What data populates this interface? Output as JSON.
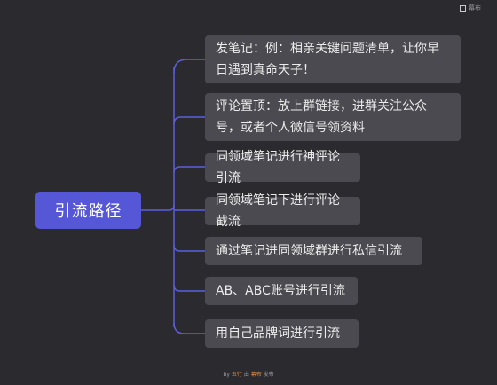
{
  "toolbar": {
    "icon": "expand-icon",
    "label": "幕布"
  },
  "mindmap": {
    "root": "引流路径",
    "branches": [
      {
        "text": "发笔记：例：相亲关键问题清单，让你早日遇到真命天子！"
      },
      {
        "text": "评论置顶：放上群链接，进群关注公众号，或者个人微信号领资料"
      },
      {
        "text": "同领域笔记进行神评论引流"
      },
      {
        "text": "同领域笔记下进行评论截流"
      },
      {
        "text": "通过笔记进同领域群进行私信引流"
      },
      {
        "text": "AB、ABC账号进行引流"
      },
      {
        "text": "用自己品牌词进行引流"
      }
    ],
    "line_color": "#5b5fdb"
  },
  "footer": {
    "prefix": "By ",
    "author": "五行",
    "mid": " 由 ",
    "brand": "幕布",
    "suffix": " 发布"
  }
}
